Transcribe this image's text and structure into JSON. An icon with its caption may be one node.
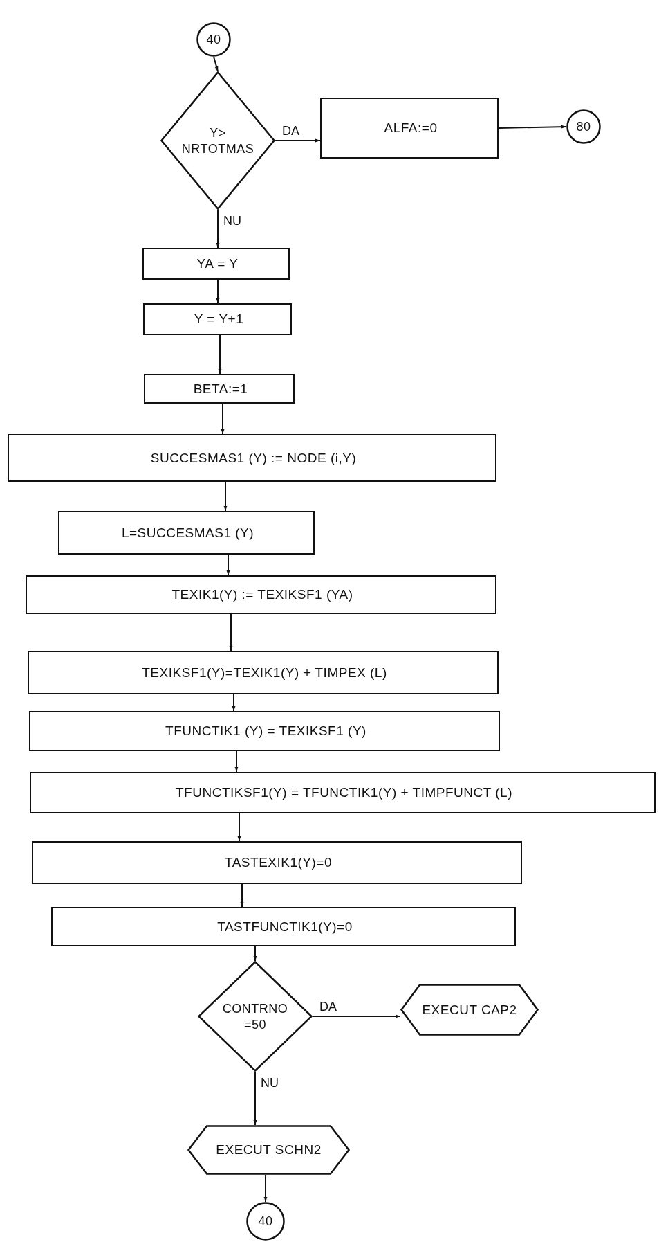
{
  "diagram": {
    "nodes": [
      {
        "text": [
          "40"
        ]
      },
      {
        "text": [
          "Y> NRTOTMAS"
        ]
      },
      {
        "text": [
          "ALFA:=0"
        ]
      },
      {
        "text": [
          "80"
        ]
      },
      {
        "text": [
          "YA = Y"
        ]
      },
      {
        "text": [
          "Y = Y+1"
        ]
      },
      {
        "text": [
          "BETA:=1"
        ]
      },
      {
        "text": [
          "SUCCESMAS1 (Y) := NODE (i,Y)"
        ]
      },
      {
        "text": [
          "L=SUCCESMAS1 (Y)"
        ]
      },
      {
        "text": [
          "TEXIK1(Y) := TEXIKSF1 (YA)"
        ]
      },
      {
        "text": [
          "TEXIKSF1(Y)=TEXIK1(Y) + TIMPEX (L)"
        ]
      },
      {
        "text": [
          "TFUNCTIK1 (Y) = TEXIKSF1 (Y)"
        ]
      },
      {
        "text": [
          "TFUNCTIKSF1(Y) = TFUNCTIK1(Y) + TIMPFUNCT (L)"
        ]
      },
      {
        "text": [
          "TASTEXIK1(Y)=0"
        ]
      },
      {
        "text": [
          "TASTFUNCTIK1(Y)=0"
        ]
      },
      {
        "text": [
          "CONTRNO =50"
        ]
      },
      {
        "text": [
          "EXECUT CAP2"
        ]
      },
      {
        "text": [
          "EXECUT SCHN2"
        ]
      },
      {
        "text": [
          "40"
        ]
      }
    ],
    "edges": [
      {
        "from": 0,
        "to": 1,
        "arrow": "to"
      },
      {
        "from": 1,
        "to": 2,
        "arrow": "to",
        "label": "DA"
      },
      {
        "from": 2,
        "to": 3,
        "arrow": "to"
      },
      {
        "from": 1,
        "to": 4,
        "arrow": "to",
        "label": "NU"
      },
      {
        "from": 4,
        "to": 5,
        "arrow": "to"
      },
      {
        "from": 5,
        "to": 6,
        "arrow": "to"
      },
      {
        "from": 6,
        "to": 7,
        "arrow": "to"
      },
      {
        "from": 7,
        "to": 8,
        "arrow": "to"
      },
      {
        "from": 8,
        "to": 9,
        "arrow": "to"
      },
      {
        "from": 9,
        "to": 10,
        "arrow": "to"
      },
      {
        "from": 10,
        "to": 11,
        "arrow": "to"
      },
      {
        "from": 11,
        "to": 12,
        "arrow": "to"
      },
      {
        "from": 12,
        "to": 13,
        "arrow": "to"
      },
      {
        "from": 13,
        "to": 14,
        "arrow": "to"
      },
      {
        "from": 14,
        "to": 15,
        "arrow": "to"
      },
      {
        "from": 15,
        "to": 16,
        "arrow": "to",
        "label": "DA"
      },
      {
        "from": 15,
        "to": 17,
        "arrow": "to",
        "label": "NU"
      },
      {
        "from": 17,
        "to": 18,
        "arrow": "to"
      }
    ]
  }
}
